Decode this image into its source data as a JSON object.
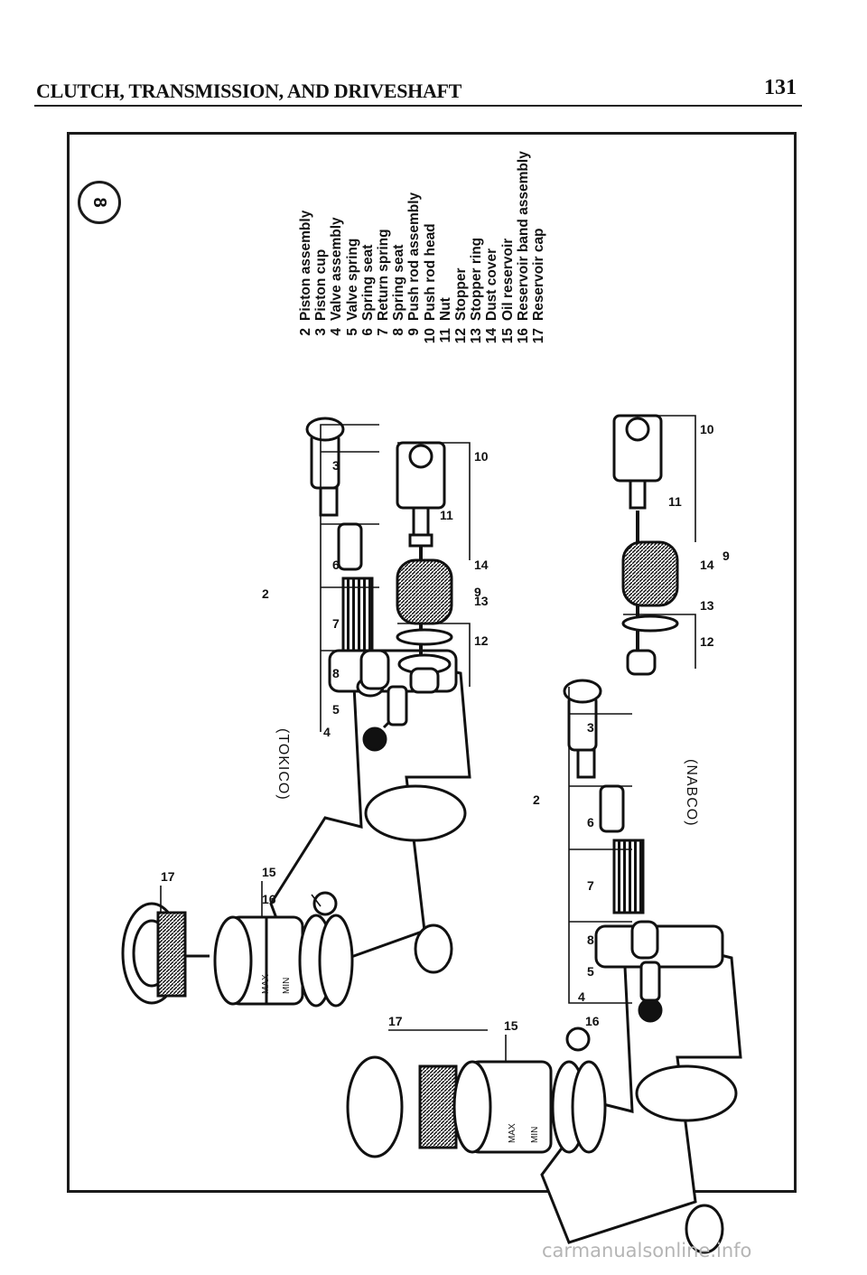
{
  "header": {
    "title": "CLUTCH, TRANSMISSION, AND DRIVESHAFT",
    "page_number": "131"
  },
  "figure": {
    "number": "8",
    "variants": [
      "(TOKICO)",
      "(NABCO)"
    ],
    "callouts": {
      "upper_tokico": [
        "17",
        "15",
        "16",
        "4",
        "5",
        "8",
        "7",
        "6",
        "2",
        "3",
        "12",
        "13",
        "14",
        "9",
        "11",
        "10"
      ],
      "lower_nabco": [
        "17",
        "15",
        "16",
        "4",
        "5",
        "8",
        "7",
        "6",
        "2",
        "3",
        "12",
        "13",
        "14",
        "9",
        "11",
        "10"
      ]
    },
    "markings": {
      "max": "MAX",
      "min": "MIN"
    }
  },
  "legend": [
    {
      "num": "2",
      "label": "Piston assembly"
    },
    {
      "num": "3",
      "label": "Piston cup"
    },
    {
      "num": "4",
      "label": "Valve assembly"
    },
    {
      "num": "5",
      "label": "Valve spring"
    },
    {
      "num": "6",
      "label": "Spring seat"
    },
    {
      "num": "7",
      "label": "Return spring"
    },
    {
      "num": "8",
      "label": "Spring seat"
    },
    {
      "num": "9",
      "label": "Push rod assembly"
    },
    {
      "num": "10",
      "label": "Push rod head"
    },
    {
      "num": "11",
      "label": "Nut"
    },
    {
      "num": "12",
      "label": "Stopper"
    },
    {
      "num": "13",
      "label": "Stopper ring"
    },
    {
      "num": "14",
      "label": "Dust cover"
    },
    {
      "num": "15",
      "label": "Oil reservoir"
    },
    {
      "num": "16",
      "label": "Reservoir band assembly"
    },
    {
      "num": "17",
      "label": "Reservoir cap"
    }
  ],
  "footer": {
    "watermark": "carmanualsonline.info"
  }
}
